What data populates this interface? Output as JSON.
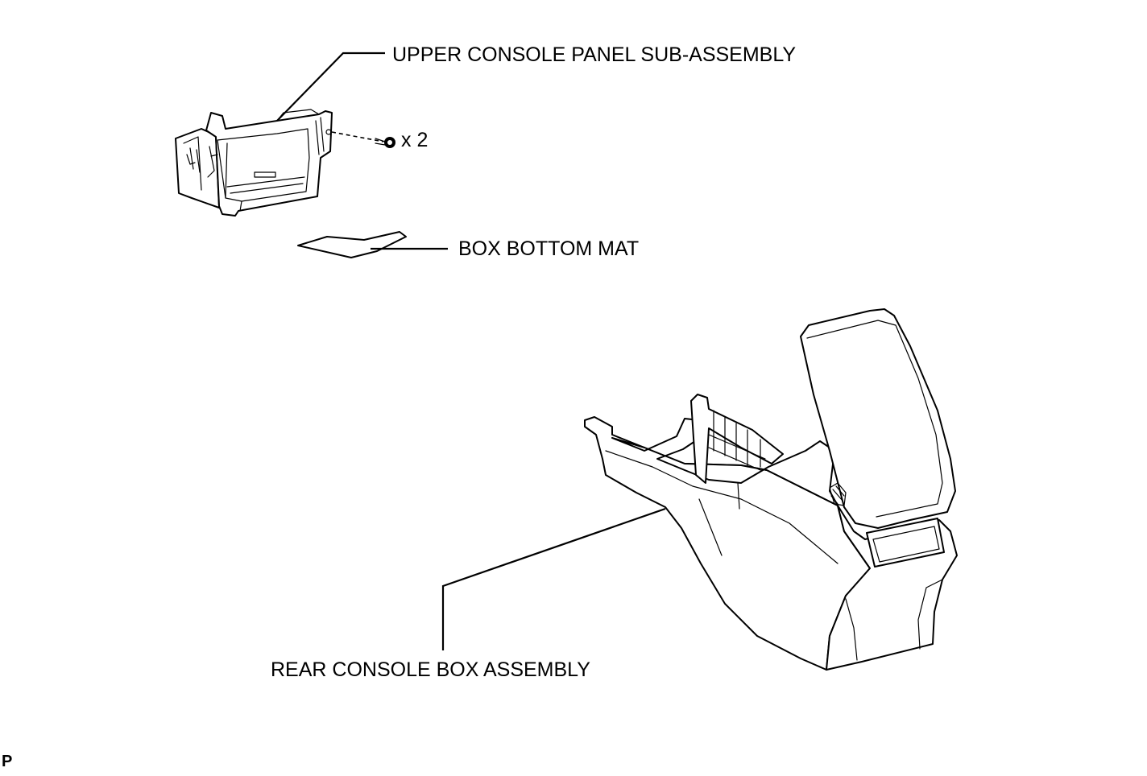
{
  "labels": {
    "upper_console_panel": "UPPER CONSOLE PANEL SUB-ASSEMBLY",
    "box_bottom_mat": "BOX BOTTOM MAT",
    "rear_console_box": "REAR CONSOLE BOX ASSEMBLY",
    "screw_quantity": "x 2",
    "figure_code": "P"
  },
  "icons": {
    "upper_panel": "upper-console-panel-drawing",
    "screw": "screw-icon",
    "mat": "box-bottom-mat-drawing",
    "rear_box": "rear-console-box-drawing"
  },
  "colors": {
    "line": "#000000",
    "background": "#ffffff"
  }
}
